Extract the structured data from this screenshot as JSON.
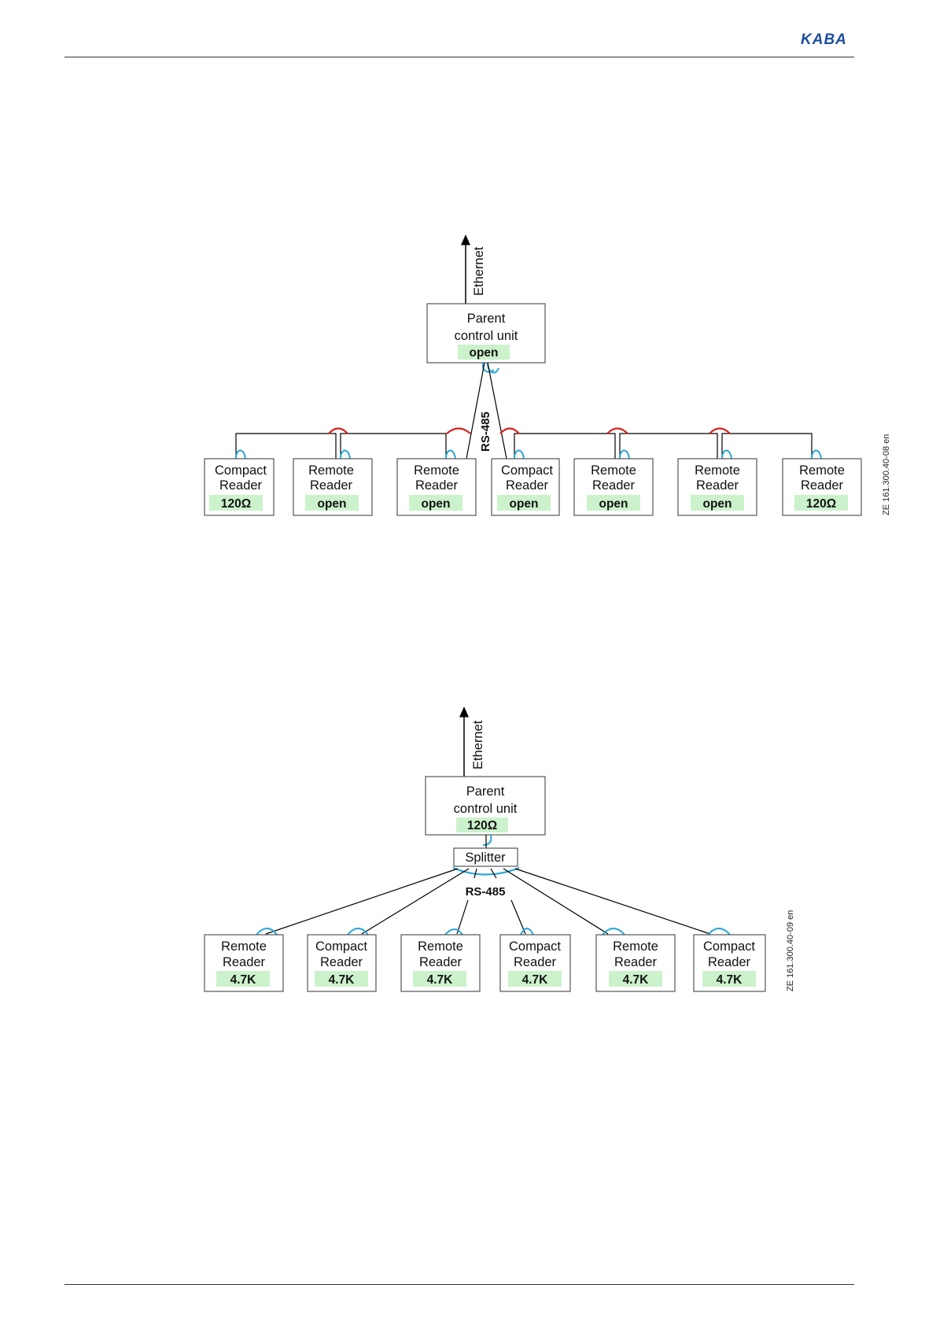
{
  "header": {
    "logo": "KABA"
  },
  "diagram1": {
    "uplink": "Ethernet",
    "bus_label": "RS-485",
    "parent": {
      "line1": "Parent",
      "line2": "control unit",
      "setting": "open"
    },
    "readers": [
      {
        "line1": "Compact",
        "line2": "Reader",
        "setting": "120Ω"
      },
      {
        "line1": "Remote",
        "line2": "Reader",
        "setting": "open"
      },
      {
        "line1": "Remote",
        "line2": "Reader",
        "setting": "open"
      },
      {
        "line1": "Compact",
        "line2": "Reader",
        "setting": "open"
      },
      {
        "line1": "Remote",
        "line2": "Reader",
        "setting": "open"
      },
      {
        "line1": "Remote",
        "line2": "Reader",
        "setting": "open"
      },
      {
        "line1": "Remote",
        "line2": "Reader",
        "setting": "120Ω"
      }
    ],
    "figure_id": "ZE 161.300.40-08 en"
  },
  "diagram2": {
    "uplink": "Ethernet",
    "bus_label": "RS-485",
    "parent": {
      "line1": "Parent",
      "line2": "control unit",
      "setting": "120Ω"
    },
    "splitter": "Splitter",
    "readers": [
      {
        "line1": "Remote",
        "line2": "Reader",
        "setting": "4.7K"
      },
      {
        "line1": "Compact",
        "line2": "Reader",
        "setting": "4.7K"
      },
      {
        "line1": "Remote",
        "line2": "Reader",
        "setting": "4.7K"
      },
      {
        "line1": "Compact",
        "line2": "Reader",
        "setting": "4.7K"
      },
      {
        "line1": "Remote",
        "line2": "Reader",
        "setting": "4.7K"
      },
      {
        "line1": "Compact",
        "line2": "Reader",
        "setting": "4.7K"
      }
    ],
    "figure_id": "ZE 161.300.40-09 en"
  },
  "colors": {
    "setting_bg": "#ccf2cc",
    "cable_blue": "#2aa6d6",
    "cable_red": "#d42020",
    "logo": "#1e4e9c"
  }
}
